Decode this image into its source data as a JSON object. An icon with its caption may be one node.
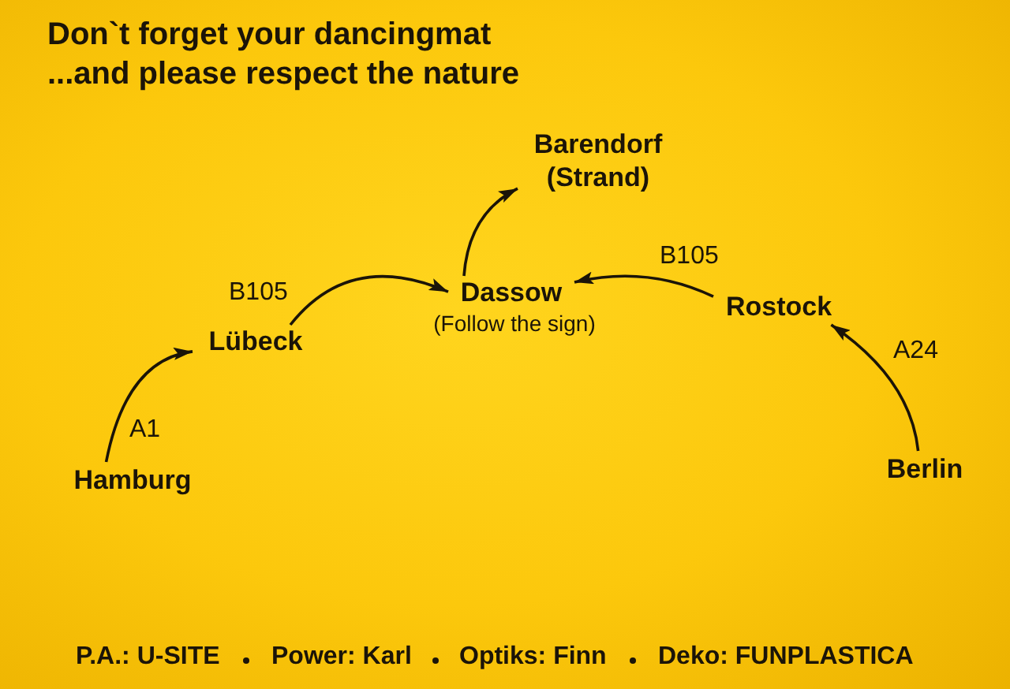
{
  "diagram": {
    "title": "Don`t forget your dancingmat ...and please respect the nature",
    "nodes": [
      {
        "text": [
          "Barendorf (Strand)"
        ]
      },
      {
        "text": [
          "Dassow"
        ],
        "beside": [
          "(Follow the sign)"
        ]
      },
      {
        "text": [
          "Lübeck"
        ]
      },
      {
        "text": [
          "Hamburg"
        ]
      },
      {
        "text": [
          "Rostock"
        ]
      },
      {
        "text": [
          "Berlin"
        ]
      }
    ],
    "edges": [
      {
        "from": 3,
        "to": 2,
        "arrow": "to",
        "label": "A1"
      },
      {
        "from": 2,
        "to": 1,
        "arrow": "to",
        "label": "B105"
      },
      {
        "from": 4,
        "to": 1,
        "arrow": "to",
        "label": "B105"
      },
      {
        "from": 5,
        "to": 4,
        "arrow": "to",
        "label": "A24"
      },
      {
        "from": 1,
        "to": 0,
        "arrow": "to"
      }
    ],
    "labels": [
      "P.A.: U-SITE",
      "Power: Karl",
      "Optiks: Finn",
      "Deko: FUNPLASTICA"
    ]
  }
}
